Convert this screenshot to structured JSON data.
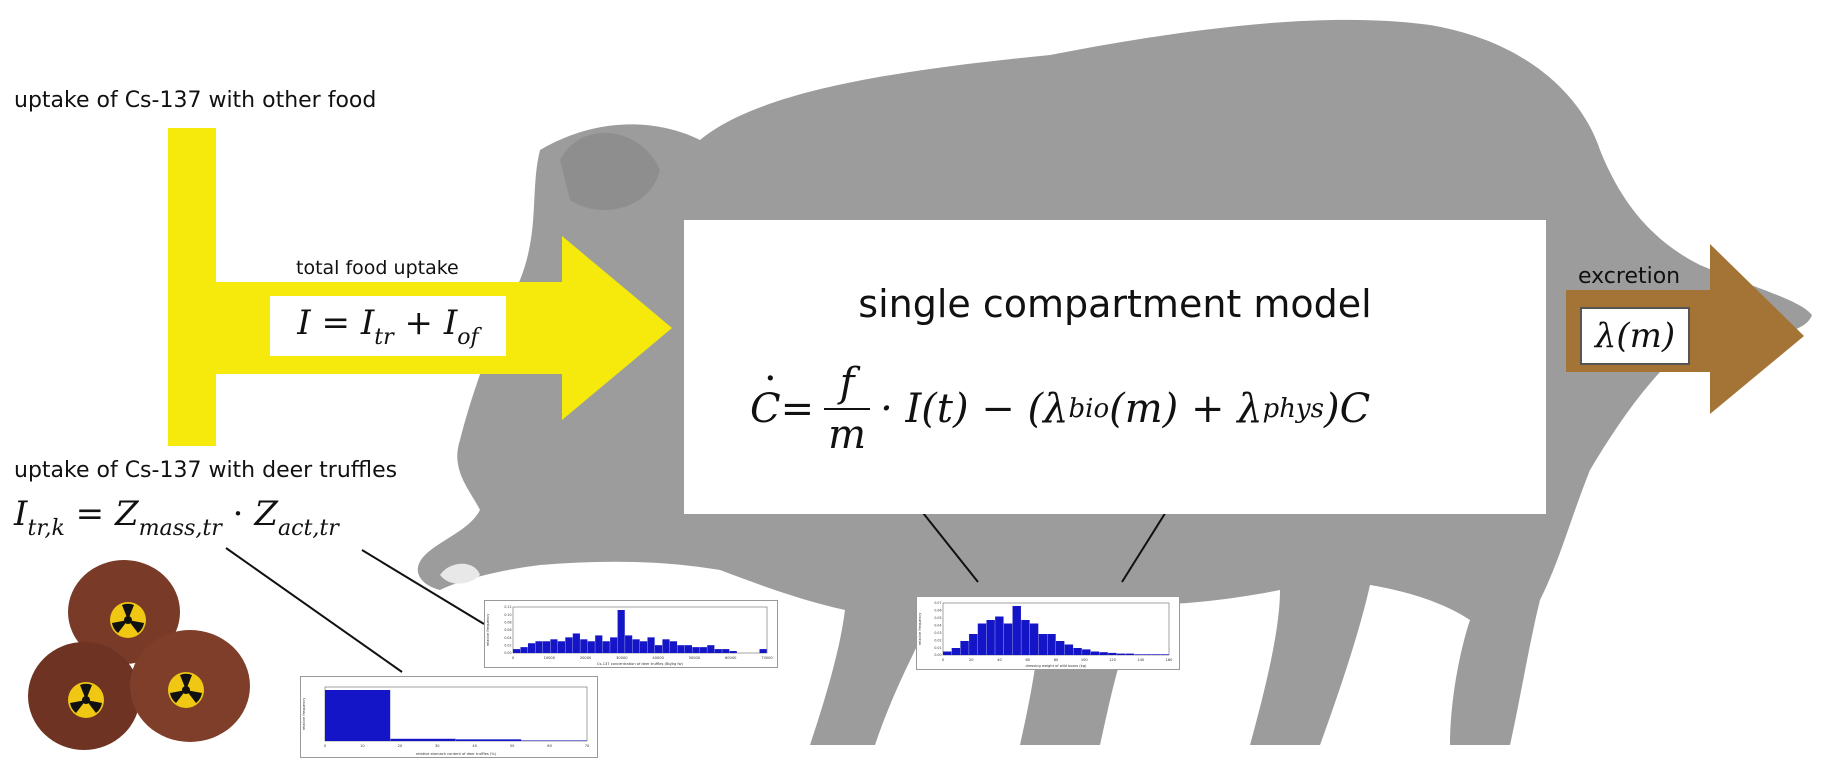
{
  "labels": {
    "uptake_other_food": "uptake of Cs-137 with other food",
    "uptake_deer_truffles": "uptake of Cs-137 with deer truffles",
    "total_food_uptake": "total food uptake",
    "excretion": "excretion",
    "model_title": "single compartment model"
  },
  "formulas": {
    "total_uptake": {
      "I": "I",
      "eq": " = ",
      "I_tr": "I",
      "sub_tr": "tr",
      "plus": " + ",
      "I_of": "I",
      "sub_of": "of"
    },
    "excretion": "λ(m)",
    "truffle": {
      "I": "I",
      "sub_trk": "tr,k",
      "eq": " = ",
      "Z1": "Z",
      "sub_mass": "mass,tr",
      "dot": " · ",
      "Z2": "Z",
      "sub_act": "act,tr"
    },
    "model": {
      "C_dot": "C",
      "eq": " = ",
      "f": "f",
      "m": "m",
      "mid": " · I(t) − (λ",
      "sub_bio": "bio",
      "mid2": "(m) + λ",
      "sub_phys": "phys",
      "end": ")C"
    }
  },
  "colors": {
    "food_arrow": "#f5ea0c",
    "excretion_arrow": "#a47436",
    "boar_silhouette": "#9a9a9a",
    "histogram_bars": "#1515c8",
    "truffle_body": "#7a3a28",
    "radiation_symbol": "#f0c814"
  },
  "icons": {
    "truffles": "radioactive-truffle-icon",
    "radiation": "radiation-trefoil-icon"
  },
  "histograms": {
    "truffle_concentration": {
      "type": "bar",
      "ylabel": "relative frequency",
      "xlabel": "Cs-137 concentration of deer truffles (Bq/kg fw)",
      "xticks": [
        "0",
        "10000",
        "20000",
        "30000",
        "40000",
        "50000",
        "60000",
        "70000"
      ],
      "yticks": [
        "0.00",
        "0.02",
        "0.04",
        "0.06",
        "0.08",
        "0.10",
        "0.12"
      ],
      "values": [
        0.01,
        0.015,
        0.025,
        0.03,
        0.03,
        0.035,
        0.03,
        0.04,
        0.05,
        0.035,
        0.03,
        0.045,
        0.03,
        0.04,
        0.11,
        0.045,
        0.035,
        0.03,
        0.04,
        0.02,
        0.035,
        0.03,
        0.02,
        0.02,
        0.015,
        0.015,
        0.02,
        0.01,
        0.01,
        0.005,
        0.0,
        0.0,
        0.0,
        0.01
      ]
    },
    "truffle_mass_content": {
      "type": "bar",
      "ylabel": "relative frequency",
      "xlabel": "relative stomach content of deer truffles (%)",
      "xticks": [
        "0",
        "10",
        "20",
        "30",
        "40",
        "50",
        "60",
        "70"
      ],
      "values": [
        0.92,
        0.04,
        0.03,
        0.01
      ]
    },
    "body_mass": {
      "type": "bar",
      "ylabel": "relative frequency",
      "xlabel": "dressing weight of wild boars (kg)",
      "xticks": [
        "0",
        "20",
        "40",
        "60",
        "80",
        "100",
        "120",
        "140",
        "160"
      ],
      "yticks": [
        "0.00",
        "0.01",
        "0.02",
        "0.03",
        "0.04",
        "0.05",
        "0.06",
        "0.07"
      ],
      "values": [
        0.005,
        0.01,
        0.02,
        0.03,
        0.045,
        0.05,
        0.055,
        0.045,
        0.07,
        0.05,
        0.045,
        0.03,
        0.03,
        0.02,
        0.015,
        0.01,
        0.008,
        0.005,
        0.004,
        0.003,
        0.002,
        0.002,
        0.001,
        0.001,
        0.001,
        0.001
      ]
    }
  }
}
